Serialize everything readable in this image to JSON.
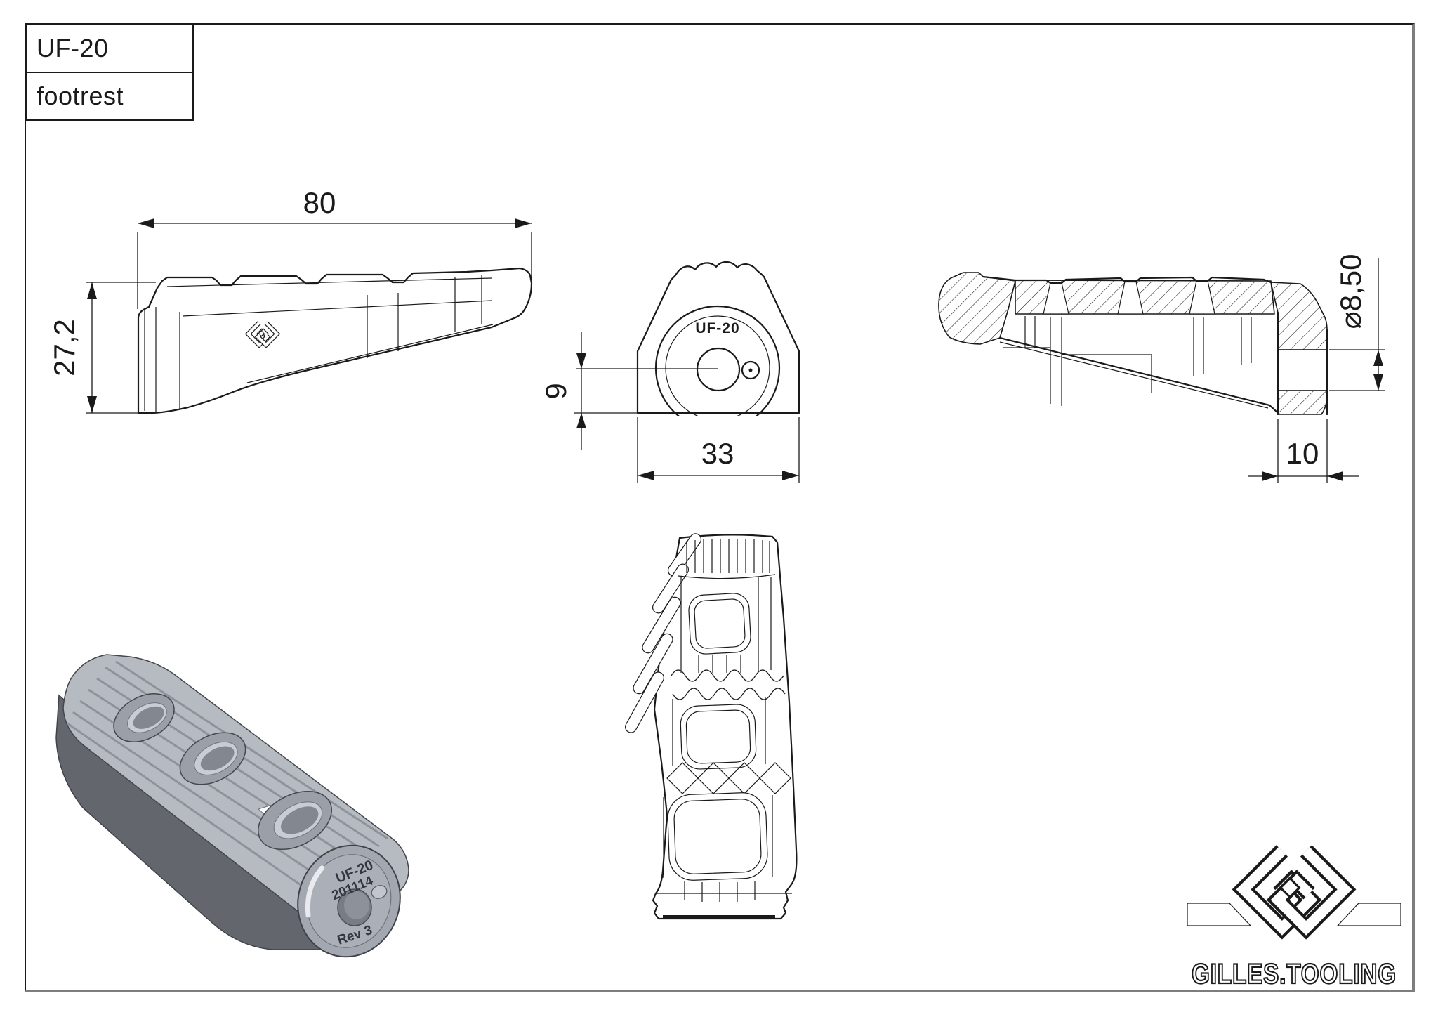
{
  "title_block": {
    "part_number": "UF-20",
    "part_name": "footrest"
  },
  "dimensions": {
    "side_length": "80",
    "side_height": "27,2",
    "front_width": "33",
    "front_hole_center_height": "9",
    "hole_diameter": "⌀8,50",
    "boss_depth": "10"
  },
  "engravings": {
    "front_label": "UF-20",
    "iso_line1": "UF-20",
    "iso_line2": "201114",
    "iso_line3": "Rev 3"
  },
  "logo": {
    "brand": "GILLES.TOOLING"
  },
  "colors": {
    "line": "#1a1a1a",
    "frame_shadow": "#7d7d7d",
    "iso_top": "#b6bac1",
    "iso_side": "#63676d",
    "iso_boss": "#a3a8b0"
  }
}
